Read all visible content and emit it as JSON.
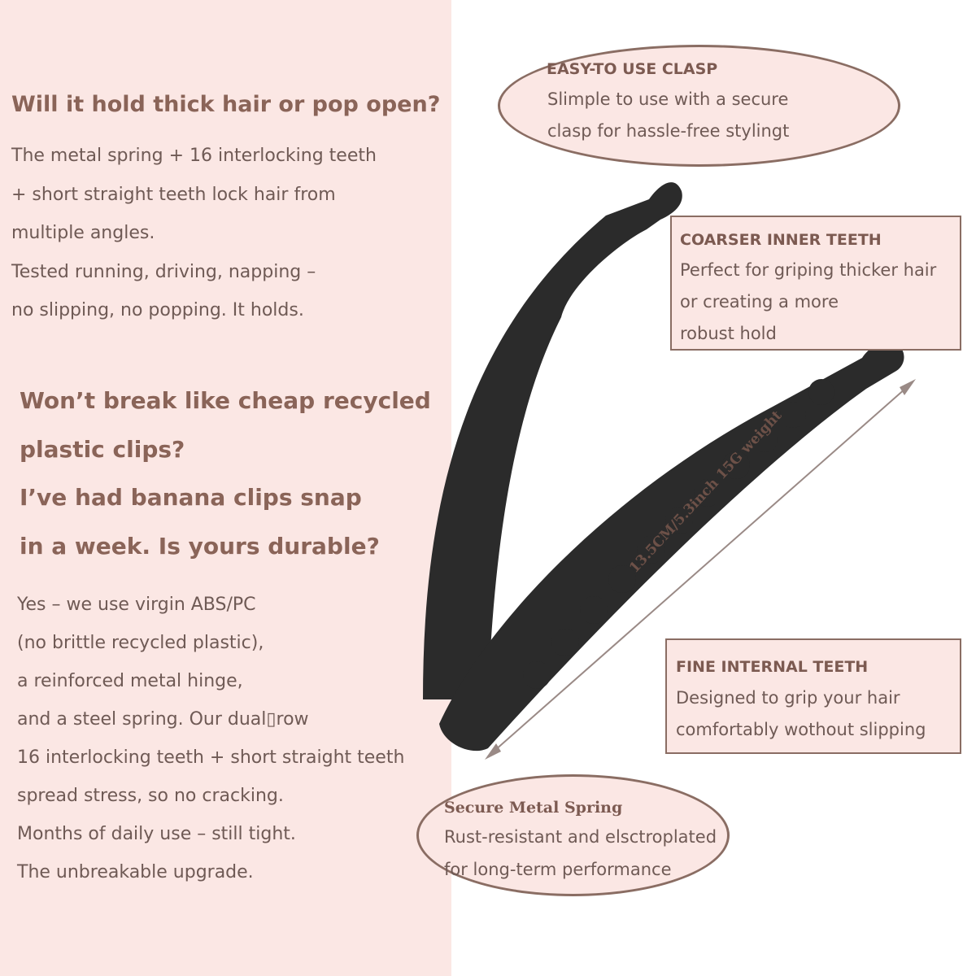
{
  "section1": {
    "question": "Will it hold thick hair or pop open?",
    "lines": [
      "The metal spring + 16 interlocking teeth",
      "+ short straight teeth lock hair from",
      "multiple angles.",
      "Tested running, driving, napping –",
      "no slipping, no popping. It holds."
    ]
  },
  "section2": {
    "question_lines": [
      "Won’t break like cheap recycled",
      "plastic clips?",
      "I’ve had banana clips snap",
      "in a week. Is yours durable?"
    ],
    "lines": [
      "Yes – we use virgin ABS/PC",
      "(no brittle recycled plastic),",
      "a reinforced metal hinge,",
      "and a steel spring. Our dual▯row",
      "16 interlocking teeth + short straight teeth",
      "spread stress, so no cracking.",
      "Months of daily use – still tight.",
      "The unbreakable upgrade."
    ]
  },
  "callouts": {
    "clasp": {
      "title": "EASY-TO USE CLASP",
      "lines": [
        "Slimple to use with a secure",
        "clasp for hassle-free stylingt"
      ]
    },
    "coarser": {
      "title": "COARSER INNER TEETH",
      "lines": [
        "Perfect for griping thicker hair",
        "or creating a more",
        "robust hold"
      ]
    },
    "fine": {
      "title": "FINE INTERNAL TEETH",
      "lines": [
        "Designed to grip your hair",
        "comfortably wothout slipping"
      ]
    },
    "spring": {
      "title": "Secure Metal Spring",
      "lines": [
        "Rust-resistant and elsctroplated",
        "for long-term performance"
      ]
    }
  },
  "dimension_label": "13.5CM/5.3inch  15G weight",
  "colors": {
    "panel": "#fbe7e4",
    "heading": "#8a6458",
    "body_text": "#6f5a55",
    "border": "#8a6d63",
    "clip": "#2b2b2b"
  }
}
